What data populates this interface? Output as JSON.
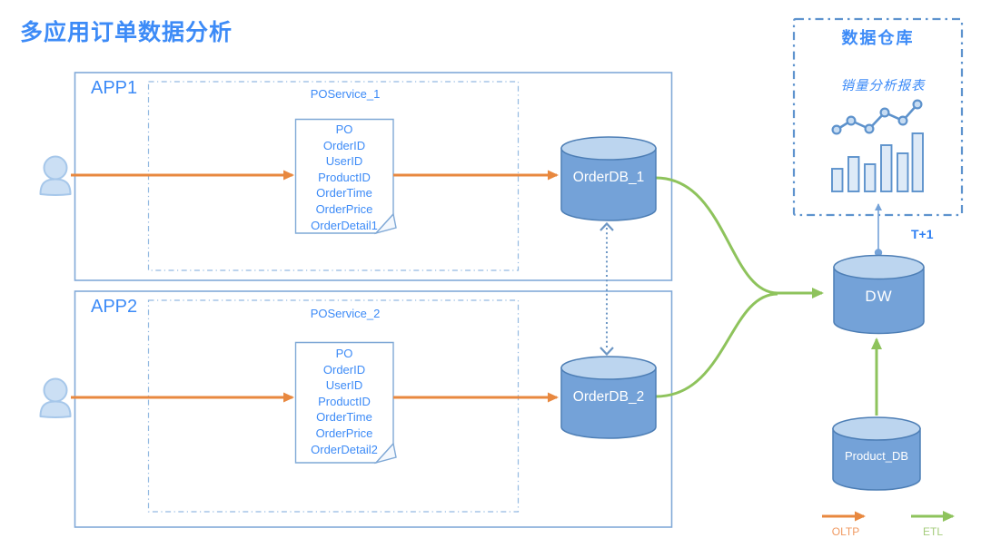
{
  "title": "多应用订单数据分析",
  "apps": {
    "app1": {
      "label": "APP1",
      "service_label": "POService_1",
      "db_label": "OrderDB_1",
      "doc_fields": [
        "PO",
        "OrderID",
        "UserID",
        "ProductID",
        "OrderTime",
        "OrderPrice",
        "OrderDetail1"
      ]
    },
    "app2": {
      "label": "APP2",
      "service_label": "POService_2",
      "db_label": "OrderDB_2",
      "doc_fields": [
        "PO",
        "OrderID",
        "UserID",
        "ProductID",
        "OrderTime",
        "OrderPrice",
        "OrderDetail2"
      ]
    }
  },
  "warehouse": {
    "title": "数据仓库",
    "report_label": "销量分析报表"
  },
  "dw": {
    "label": "DW",
    "schedule_label": "T+1"
  },
  "product_db": {
    "label": "Product_DB"
  },
  "legend": {
    "oltp_label": "OLTP",
    "etl_label": "ETL"
  },
  "icons": {
    "user": "user-icon",
    "line_chart": "line-chart-icon",
    "bar_chart": "bar-chart-icon"
  },
  "colors": {
    "accent_blue_text": "#3D8BF7",
    "box_stroke": "#82AAD8",
    "service_dash_stroke": "#93B9E2",
    "warehouse_dash_stroke": "#5E93CE",
    "cylinder_fill": "#74A2D8",
    "cylinder_top_fill": "#BCD5EF",
    "cylinder_stroke": "#4D7EB5",
    "oltp_orange": "#E8883F",
    "etl_green": "#8EC35C",
    "sync_dotted_blue": "#6C96C4",
    "chart_icon_blue": "#5D92CC",
    "chart_icon_bar_fill": "#DEEAF7",
    "user_icon_fill": "#CBDFF4",
    "user_icon_stroke": "#A6C7EA"
  }
}
